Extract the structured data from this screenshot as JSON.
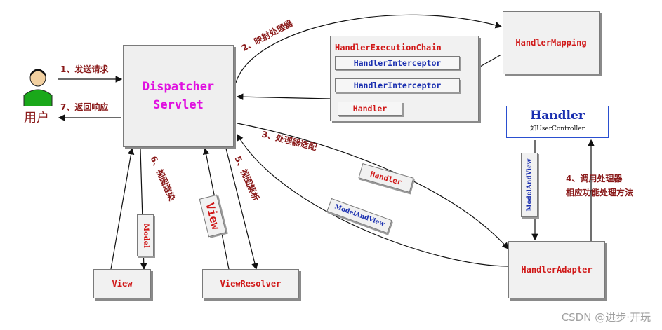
{
  "user": {
    "label": "用户"
  },
  "dispatcher": {
    "line1": "Dispatcher",
    "line2": "Servlet"
  },
  "chain": {
    "title": "HandlerExecutionChain",
    "interceptor1": "HandlerInterceptor",
    "interceptor2": "HandlerInterceptor",
    "handler": "Handler"
  },
  "handler_mapping": "HandlerMapping",
  "handler_box": {
    "title": "Handler",
    "subtitle": "如UserController"
  },
  "handler_adapter": "HandlerAdapter",
  "view": "View",
  "view_resolver": "ViewResolver",
  "steps": {
    "s1": "1、发送请求",
    "s2": "2、映射处理器",
    "s3": "3、处理器适配",
    "s4_line1": "4、调用处理器",
    "s4_line2": "相应功能处理方法",
    "s5": "5、视图解析",
    "s6": "6、视图渲染",
    "s7": "7、返回响应"
  },
  "tags": {
    "handler": "Handler",
    "model_and_view": "ModelAndView",
    "model_and_view_vertical": "ModelAndView",
    "model": "Model",
    "view": "View"
  },
  "watermark": "CSDN @进步·开玩"
}
